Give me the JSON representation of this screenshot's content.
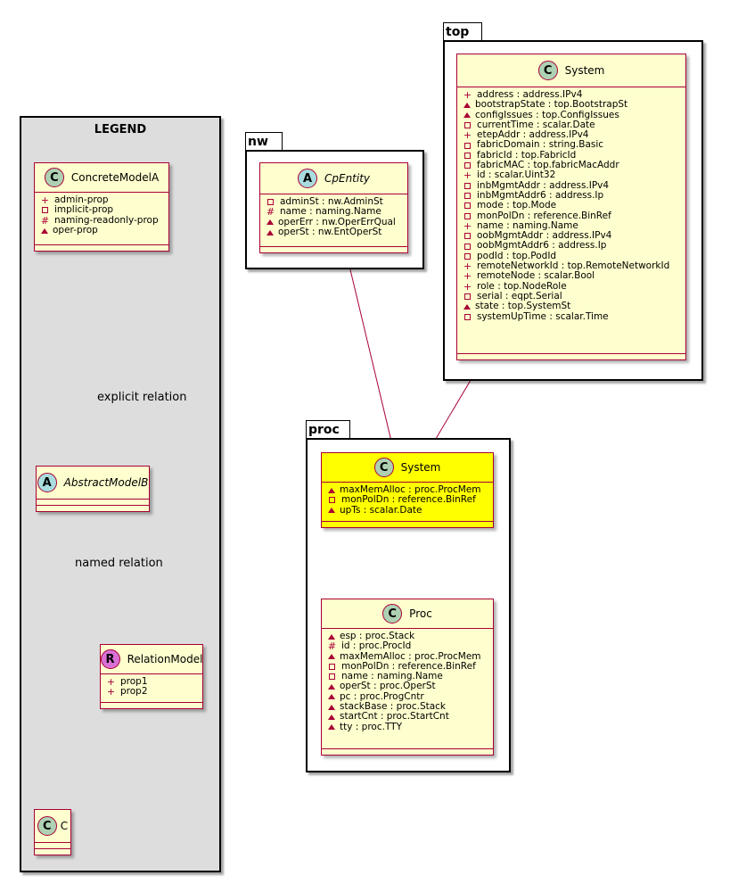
{
  "legend": {
    "title": "LEGEND",
    "concrete": {
      "name": "ConcreteModelA",
      "badge": "C",
      "attrs": [
        {
          "vis": "+",
          "text": "admin-prop"
        },
        {
          "vis": "-",
          "text": "implicit-prop"
        },
        {
          "vis": "#",
          "text": "naming-readonly-prop"
        },
        {
          "vis": "~",
          "text": "oper-prop"
        }
      ]
    },
    "abstract": {
      "name": "AbstractModelB",
      "badge": "A"
    },
    "relation": {
      "name": "RelationModel",
      "badge": "R",
      "attrs": [
        {
          "vis": "+",
          "text": "prop1"
        },
        {
          "vis": "+",
          "text": "prop2"
        }
      ]
    },
    "c": {
      "name": "C",
      "badge": "C"
    },
    "explicit_label": "explicit relation",
    "named_label": "named relation"
  },
  "packages": {
    "nw": {
      "label": "nw",
      "cpentity": {
        "name": "CpEntity",
        "badge": "A",
        "attrs": [
          {
            "vis": "-",
            "text": "adminSt : nw.AdminSt"
          },
          {
            "vis": "#",
            "text": "name : naming.Name"
          },
          {
            "vis": "~",
            "text": "operErr : nw.OperErrQual"
          },
          {
            "vis": "~",
            "text": "operSt : nw.EntOperSt"
          }
        ]
      }
    },
    "top": {
      "label": "top",
      "system": {
        "name": "System",
        "badge": "C",
        "attrs": [
          {
            "vis": "+",
            "text": "address : address.IPv4"
          },
          {
            "vis": "~",
            "text": "bootstrapState : top.BootstrapSt"
          },
          {
            "vis": "~",
            "text": "configIssues : top.ConfigIssues"
          },
          {
            "vis": "-",
            "text": "currentTime : scalar.Date"
          },
          {
            "vis": "+",
            "text": "etepAddr : address.IPv4"
          },
          {
            "vis": "-",
            "text": "fabricDomain : string.Basic"
          },
          {
            "vis": "-",
            "text": "fabricId : top.FabricId"
          },
          {
            "vis": "-",
            "text": "fabricMAC : top.fabricMacAddr"
          },
          {
            "vis": "+",
            "text": "id : scalar.Uint32"
          },
          {
            "vis": "-",
            "text": "inbMgmtAddr : address.IPv4"
          },
          {
            "vis": "-",
            "text": "inbMgmtAddr6 : address.Ip"
          },
          {
            "vis": "-",
            "text": "mode : top.Mode"
          },
          {
            "vis": "-",
            "text": "monPolDn : reference.BinRef"
          },
          {
            "vis": "+",
            "text": "name : naming.Name"
          },
          {
            "vis": "-",
            "text": "oobMgmtAddr : address.IPv4"
          },
          {
            "vis": "-",
            "text": "oobMgmtAddr6 : address.Ip"
          },
          {
            "vis": "-",
            "text": "podId : top.PodId"
          },
          {
            "vis": "+",
            "text": "remoteNetworkId : top.RemoteNetworkId"
          },
          {
            "vis": "+",
            "text": "remoteNode : scalar.Bool"
          },
          {
            "vis": "+",
            "text": "role : top.NodeRole"
          },
          {
            "vis": "-",
            "text": "serial : eqpt.Serial"
          },
          {
            "vis": "~",
            "text": "state : top.SystemSt"
          },
          {
            "vis": "-",
            "text": "systemUpTime : scalar.Time"
          }
        ]
      }
    },
    "proc": {
      "label": "proc",
      "system": {
        "name": "System",
        "badge": "C",
        "attrs": [
          {
            "vis": "~",
            "text": "maxMemAlloc : proc.ProcMem"
          },
          {
            "vis": "-",
            "text": "monPolDn : reference.BinRef"
          },
          {
            "vis": "~",
            "text": "upTs : scalar.Date"
          }
        ]
      },
      "proc": {
        "name": "Proc",
        "badge": "C",
        "attrs": [
          {
            "vis": "~",
            "text": "esp : proc.Stack"
          },
          {
            "vis": "#",
            "text": "id : proc.ProcId"
          },
          {
            "vis": "~",
            "text": "maxMemAlloc : proc.ProcMem"
          },
          {
            "vis": "-",
            "text": "monPolDn : reference.BinRef"
          },
          {
            "vis": "-",
            "text": "name : naming.Name"
          },
          {
            "vis": "~",
            "text": "operSt : proc.OperSt"
          },
          {
            "vis": "~",
            "text": "pc : proc.ProgCntr"
          },
          {
            "vis": "~",
            "text": "stackBase : proc.Stack"
          },
          {
            "vis": "~",
            "text": "startCnt : proc.StartCnt"
          },
          {
            "vis": "~",
            "text": "tty : proc.TTY"
          }
        ]
      }
    }
  },
  "colors": {
    "class_fill": "#fefece",
    "class_border": "#a80036",
    "highlight_fill": "#ffff00",
    "legend_fill": "#dddddd"
  }
}
